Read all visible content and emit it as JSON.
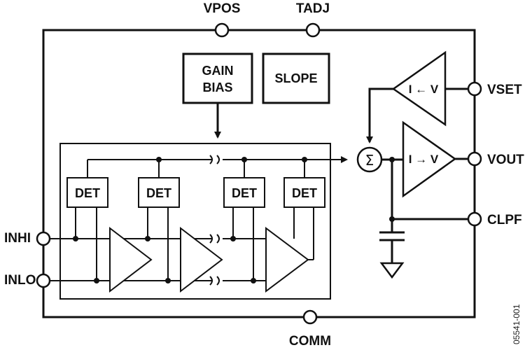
{
  "pins": {
    "vpos": "VPOS",
    "tadj": "TADJ",
    "vset": "VSET",
    "vout": "VOUT",
    "clpf": "CLPF",
    "inhi": "INHI",
    "inlo": "INLO",
    "comm": "COMM"
  },
  "blocks": {
    "gain_bias_line1": "GAIN",
    "gain_bias_line2": "BIAS",
    "slope": "SLOPE",
    "det_labels": [
      "DET",
      "DET",
      "DET",
      "DET"
    ],
    "vset_converter": "I ← V",
    "vout_converter": "I → V",
    "summer": "Σ"
  },
  "figure_id": "05541-001"
}
